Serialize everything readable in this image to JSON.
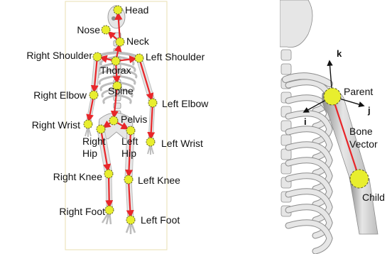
{
  "left_panel": {
    "joints": [
      {
        "id": "head",
        "label": "Head"
      },
      {
        "id": "nose",
        "label": "Nose"
      },
      {
        "id": "neck",
        "label": "Neck"
      },
      {
        "id": "right_shoulder",
        "label": "Right Shoulder"
      },
      {
        "id": "left_shoulder",
        "label": "Left Shoulder"
      },
      {
        "id": "thorax",
        "label": "Thorax"
      },
      {
        "id": "spine",
        "label": "Spine"
      },
      {
        "id": "right_elbow",
        "label": "Right Elbow"
      },
      {
        "id": "left_elbow",
        "label": "Left Elbow"
      },
      {
        "id": "pelvis",
        "label": "Pelvis"
      },
      {
        "id": "right_wrist",
        "label": "Right Wrist"
      },
      {
        "id": "right_hip",
        "label": "Right\nHip"
      },
      {
        "id": "left_hip",
        "label": "Left\nHip"
      },
      {
        "id": "left_wrist",
        "label": "Left Wrist"
      },
      {
        "id": "right_knee",
        "label": "Right Knee"
      },
      {
        "id": "left_knee",
        "label": "Left Knee"
      },
      {
        "id": "right_foot",
        "label": "Right Foot"
      },
      {
        "id": "left_foot",
        "label": "Left Foot"
      }
    ]
  },
  "right_panel": {
    "axes": {
      "k": "k",
      "j": "j",
      "i": "i"
    },
    "parent_label": "Parent",
    "bone_vector_label": "Bone\nVector",
    "child_label": "Child"
  },
  "colors": {
    "bone": "#e8262a",
    "joint_fill": "#e8ee2e",
    "joint_stroke": "#5a5a2a",
    "frame": "#eadfb0",
    "skeleton_light": "#e6e6e6",
    "skeleton_mid": "#bdbdbd",
    "skeleton_dark": "#8c8c8c"
  }
}
